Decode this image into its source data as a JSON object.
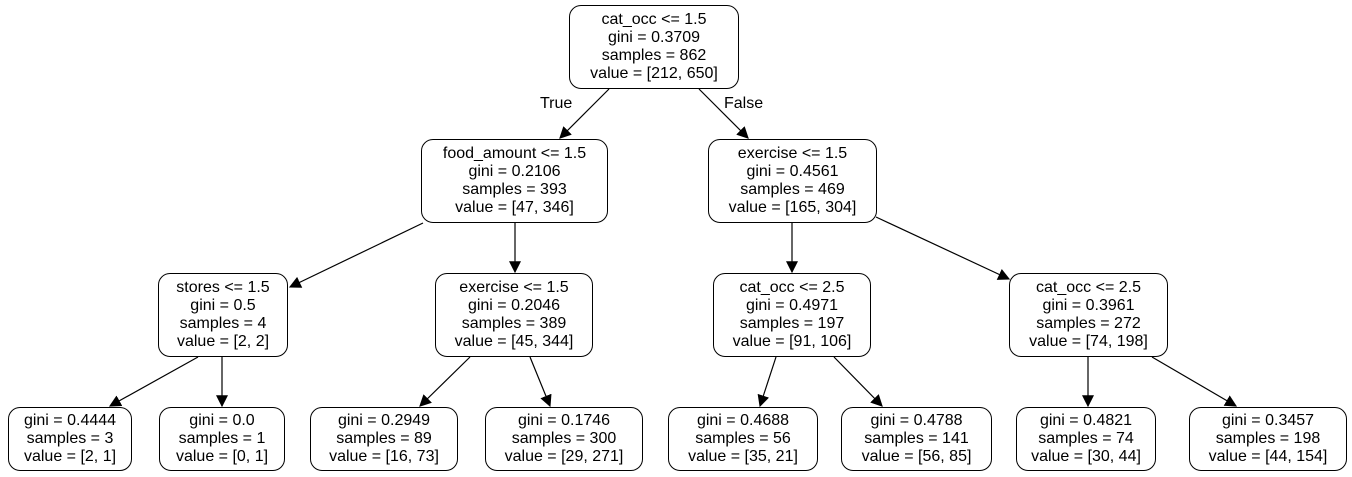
{
  "edge_labels": {
    "true_label": "True",
    "false_label": "False"
  },
  "nodes": [
    {
      "lines": [
        "cat_occ <= 1.5",
        "gini = 0.3709",
        "samples = 862",
        "value = [212, 650]"
      ]
    },
    {
      "lines": [
        "food_amount <= 1.5",
        "gini = 0.2106",
        "samples = 393",
        "value = [47, 346]"
      ]
    },
    {
      "lines": [
        "exercise <= 1.5",
        "gini = 0.4561",
        "samples = 469",
        "value = [165, 304]"
      ]
    },
    {
      "lines": [
        "stores <= 1.5",
        "gini = 0.5",
        "samples = 4",
        "value = [2, 2]"
      ]
    },
    {
      "lines": [
        "exercise <= 1.5",
        "gini = 0.2046",
        "samples = 389",
        "value = [45, 344]"
      ]
    },
    {
      "lines": [
        "cat_occ <= 2.5",
        "gini = 0.4971",
        "samples = 197",
        "value = [91, 106]"
      ]
    },
    {
      "lines": [
        "cat_occ <= 2.5",
        "gini = 0.3961",
        "samples = 272",
        "value = [74, 198]"
      ]
    },
    {
      "lines": [
        "gini = 0.4444",
        "samples = 3",
        "value = [2, 1]"
      ]
    },
    {
      "lines": [
        "gini = 0.0",
        "samples = 1",
        "value = [0, 1]"
      ]
    },
    {
      "lines": [
        "gini = 0.2949",
        "samples = 89",
        "value = [16, 73]"
      ]
    },
    {
      "lines": [
        "gini = 0.1746",
        "samples = 300",
        "value = [29, 271]"
      ]
    },
    {
      "lines": [
        "gini = 0.4688",
        "samples = 56",
        "value = [35, 21]"
      ]
    },
    {
      "lines": [
        "gini = 0.4788",
        "samples = 141",
        "value = [56, 85]"
      ]
    },
    {
      "lines": [
        "gini = 0.4821",
        "samples = 74",
        "value = [30, 44]"
      ]
    },
    {
      "lines": [
        "gini = 0.3457",
        "samples = 198",
        "value = [44, 154]"
      ]
    }
  ]
}
